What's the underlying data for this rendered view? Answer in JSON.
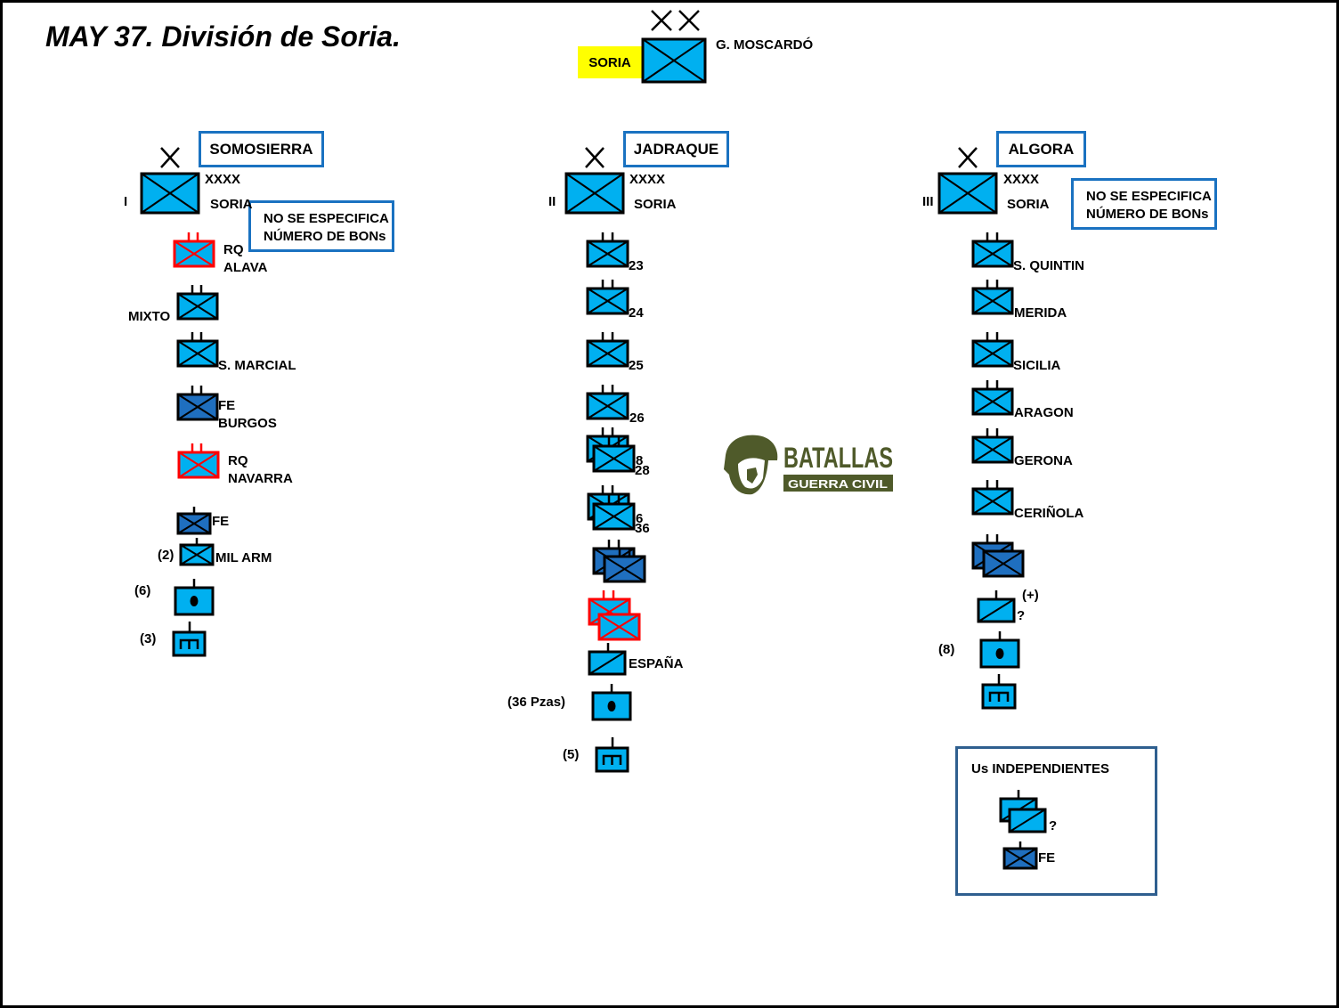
{
  "title": "MAY 37. División de Soria.",
  "division": {
    "name_tag": "SORIA",
    "commander": "G. MOSCARDÓ"
  },
  "brigades": [
    {
      "header": "SOMOSIERRA",
      "roman": "I",
      "xxxx": "XXXX",
      "sub": "SORIA"
    },
    {
      "header": "JADRAQUE",
      "roman": "II",
      "xxxx": "XXXX",
      "sub": "SORIA"
    },
    {
      "header": "ALGORA",
      "roman": "III",
      "xxxx": "XXXX",
      "sub": "SORIA"
    }
  ],
  "notes": {
    "no_bons_line1": "NO SE ESPECIFICA",
    "no_bons_line2": "NÚMERO DE BONs"
  },
  "col1_labels": {
    "rq_alava_1": "RQ",
    "rq_alava_2": "ALAVA",
    "mixto": "MIXTO",
    "s_marcial": "S. MARCIAL",
    "fe_burgos_1": "FE",
    "fe_burgos_2": "BURGOS",
    "rq_navarra_1": "RQ",
    "rq_navarra_2": "NAVARRA",
    "fe": "FE",
    "mil_arm_count": "(2)",
    "mil_arm": "MIL ARM",
    "art_count": "(6)",
    "eng_count": "(3)"
  },
  "col2_labels": {
    "b23": "23",
    "b24": "24",
    "b25": "25",
    "b26": "26",
    "b28": "28",
    "b28_back": "8",
    "b36": "36",
    "b36_back": "6",
    "espana": "ESPAÑA",
    "art_count": "(36 Pzas)",
    "eng_count": "(5)"
  },
  "col3_labels": {
    "s_quintin": "S. QUINTIN",
    "merida": "MERIDA",
    "sicilia": "SICILIA",
    "aragon": "ARAGON",
    "gerona": "GERONA",
    "cerinola": "CERIÑOLA",
    "plus": "(+)",
    "question": "?",
    "art_count": "(8)"
  },
  "independent": {
    "title": "Us INDEPENDIENTES",
    "question": "?",
    "fe": "FE"
  },
  "logo": {
    "line1": "BATALLAS",
    "line2": "GUERRA CIVIL"
  },
  "colors": {
    "unit_light": "#00b0f0",
    "unit_dark": "#1f6fbf",
    "red_outline": "#ff0000",
    "header_border": "#1a72c1",
    "logo_olive": "#4f5a2a",
    "yellow": "#ffff00"
  }
}
